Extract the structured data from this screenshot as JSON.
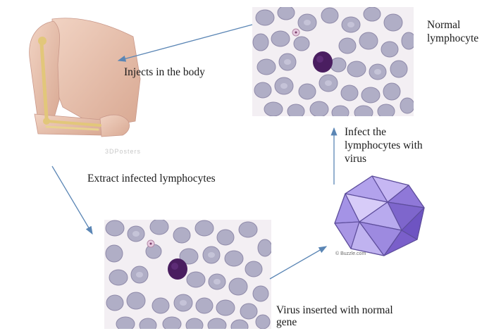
{
  "labels": {
    "injects": "Injects in the body",
    "normal_lymphocyte": "Normal\nlymphocyte",
    "extract": "Extract infected lymphocytes",
    "infect": "Infect the\nlymphocytes with\nvirus",
    "inserted": "Virus inserted with normal\ngene"
  },
  "watermarks": {
    "arm": "3DPosters",
    "virus": "© Buzzle.com"
  },
  "colors": {
    "arrow": "#5b86b5",
    "rbc": "#b0aec6",
    "lymphocyte": "#4a1e60",
    "virus": "#9b86e0"
  },
  "icons": {
    "arm": "arm-illustration",
    "smear": "blood-smear",
    "virus": "icosahedral-virus"
  }
}
